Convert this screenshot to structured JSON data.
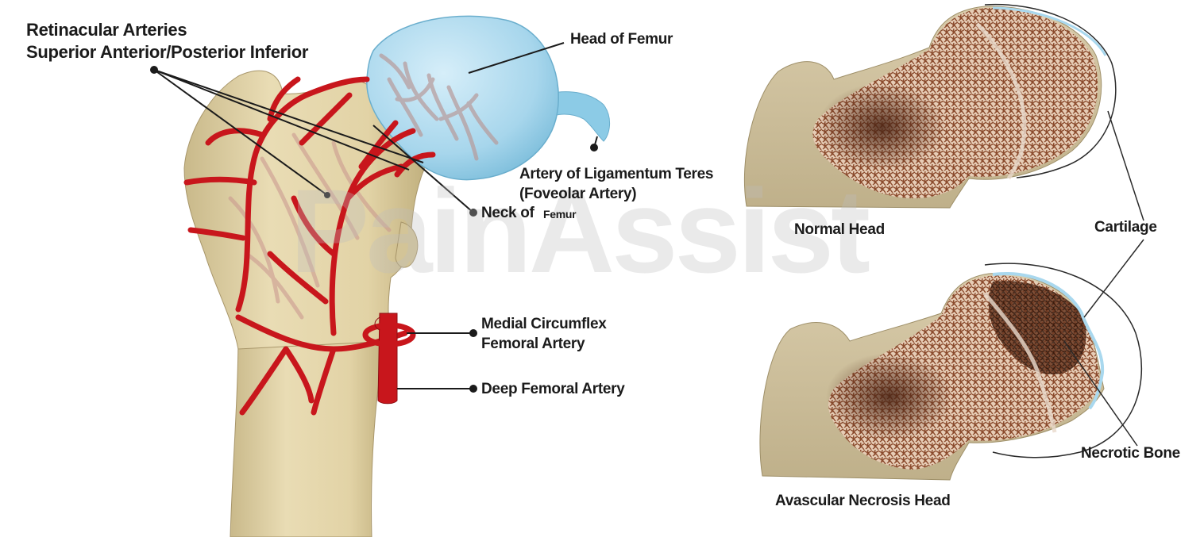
{
  "left_diagram": {
    "labels": {
      "retinacular_line1": "Retinacular Arteries",
      "retinacular_line2": "Superior Anterior/Posterior Inferior",
      "head_of_femur": "Head of Femur",
      "ligamentum_line1": "Artery of Ligamentum Teres",
      "ligamentum_line2": "(Foveolar Artery)",
      "neck_of": "Neck of",
      "femur": "Femur",
      "medial_line1": "Medial Circumflex",
      "medial_line2": "Femoral Artery",
      "deep_femoral": "Deep Femoral Artery"
    }
  },
  "right_diagram": {
    "labels": {
      "normal_head": "Normal Head",
      "cartilage": "Cartilage",
      "necrotic_bone": "Necrotic Bone",
      "avascular_necrosis_head": "Avascular Necrosis Head"
    }
  },
  "watermark": "PainAssist",
  "colors": {
    "bone": "#e2d5aa",
    "artery": "#c8161c",
    "head_blue": "#a9d8ee",
    "cancellous": "#8a4a2c",
    "label_text": "#1b1b1b"
  }
}
